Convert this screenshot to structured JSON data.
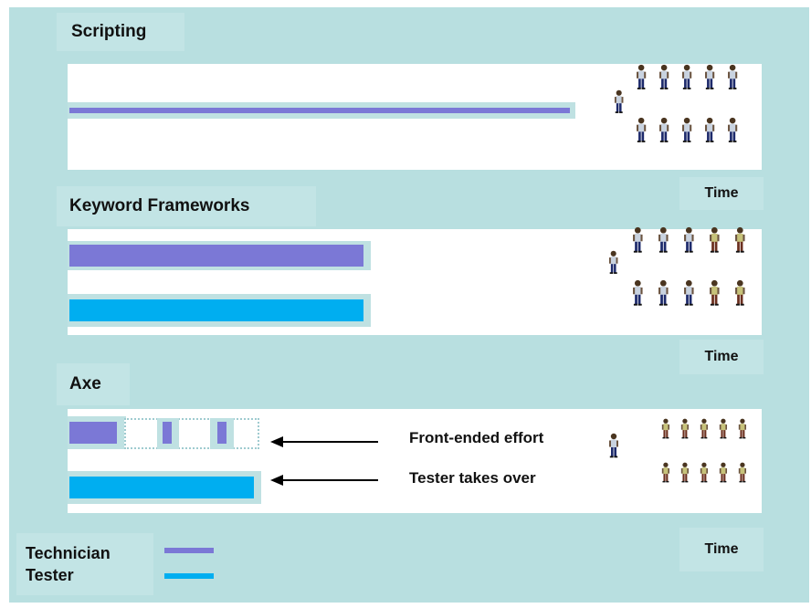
{
  "sections": [
    {
      "title": "Scripting",
      "time_label": "Time"
    },
    {
      "title": "Keyword Frameworks",
      "time_label": "Time"
    },
    {
      "title": "Axe",
      "time_label": "Time"
    }
  ],
  "annotations": {
    "front_ended": "Front-ended effort",
    "tester_takes_over": "Tester takes over"
  },
  "legend": {
    "technician": "Technician",
    "tester": "Tester"
  },
  "colors": {
    "technician": "#7b78d6",
    "tester": "#00aef0",
    "background": "#b8dfe0",
    "panel": "#ffffff"
  },
  "icons": [
    "person-technician-icon",
    "person-tester-icon"
  ]
}
